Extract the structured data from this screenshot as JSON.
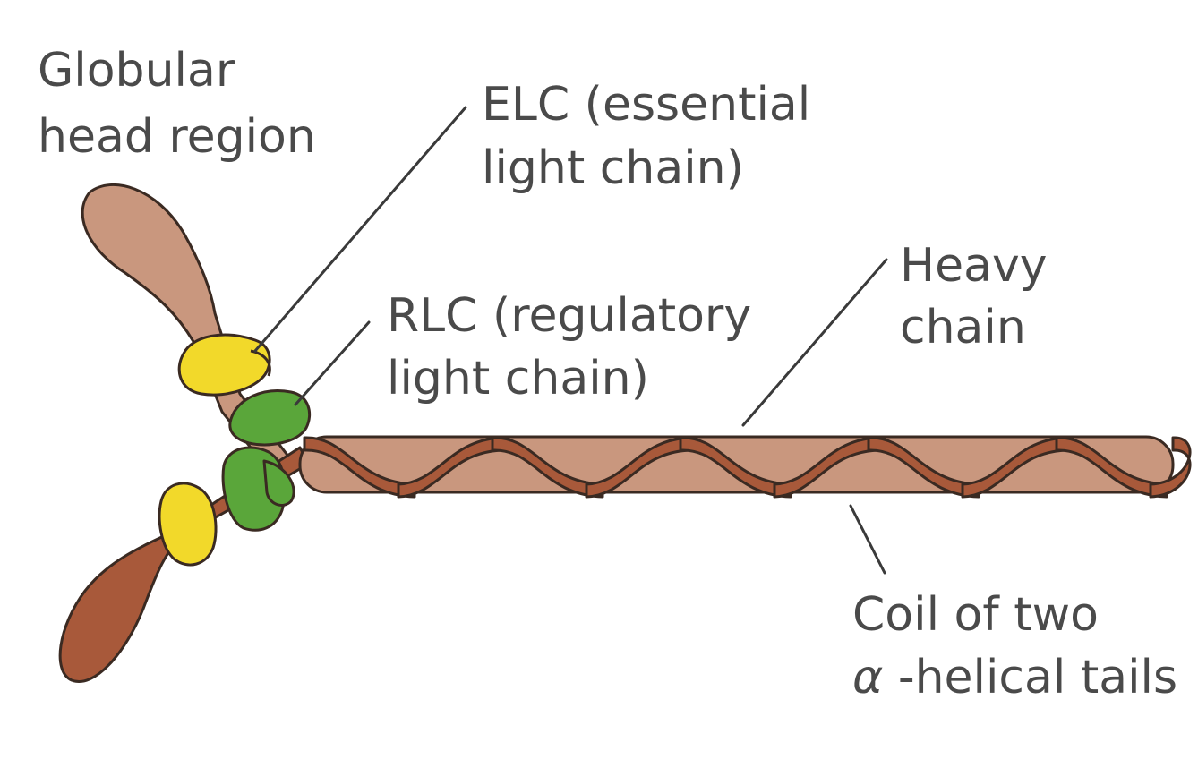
{
  "labels": {
    "head": [
      "Globular",
      "head region"
    ],
    "elc": [
      "ELC (essential",
      "light chain)"
    ],
    "rlc": [
      "RLC (regulatory",
      "light chain)"
    ],
    "heavy": [
      "Heavy",
      "chain"
    ],
    "coil_line1": "Coil of two",
    "coil_alpha": "α",
    "coil_rest": "-helical tails"
  },
  "colors": {
    "light_brown": "#c9977e",
    "dark_brown": "#a8593a",
    "yellow_chain": "#f2d92a",
    "green_chain": "#5aa63a",
    "text": "#4a4a4a",
    "leader": "#3a3a3a"
  }
}
